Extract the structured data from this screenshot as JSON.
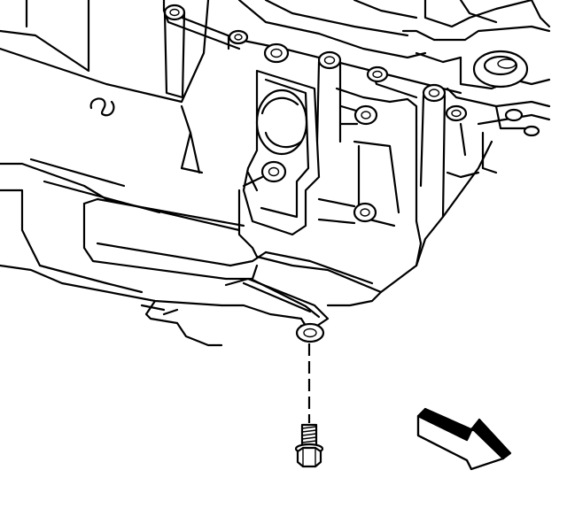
{
  "diagram": {
    "type": "technical-line-illustration",
    "components": [
      "engine-oil-pan",
      "oil-pan-bolt",
      "front-direction-arrow"
    ],
    "colors": {
      "line": "#000000",
      "background": "#ffffff"
    }
  }
}
